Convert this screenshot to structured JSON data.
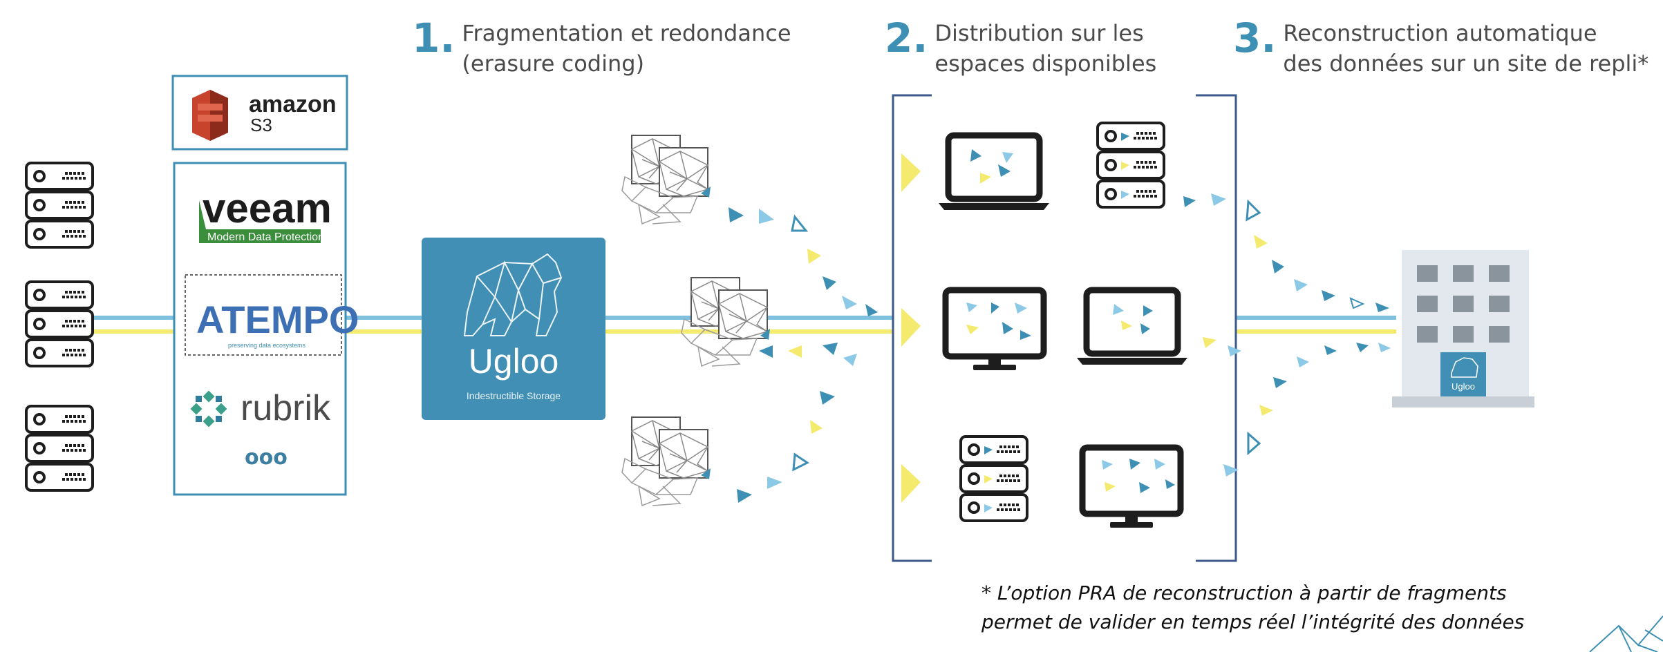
{
  "steps": [
    {
      "number": "1.",
      "text": "Fragmentation et redondance\n(erasure coding)"
    },
    {
      "number": "2.",
      "text": "Distribution sur les\nespaces disponibles"
    },
    {
      "number": "3.",
      "text": "Reconstruction automatique\ndes données sur un site de repli*"
    }
  ],
  "sources": {
    "amazon": {
      "name": "amazon",
      "sub": "S3"
    },
    "veeam": {
      "name": "veeam",
      "tagline": "Modern Data Protection"
    },
    "atempo": {
      "name": "ATEMPO",
      "tagline": "preserving data ecosystems"
    },
    "rubrik": {
      "name": "rubrik"
    },
    "more": "ooo"
  },
  "ugloo": {
    "name": "Ugloo",
    "tagline": "Indestructible Storage"
  },
  "building": {
    "label": "Ugloo"
  },
  "footnote": "* L’option PRA de reconstruction à partir de fragments\npermet de valider en temps réel l’intégrité des données",
  "colors": {
    "blue": "#3d8fb4",
    "lightBlue": "#8cc9e6",
    "yellow": "#f3ea6e",
    "dark": "#1d1d1d",
    "boxBorder": "#3d8fb4"
  }
}
